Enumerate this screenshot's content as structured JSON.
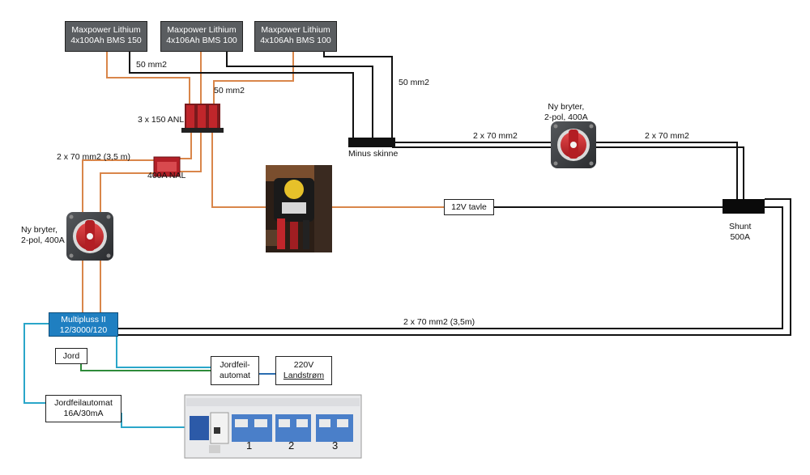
{
  "batteries": [
    {
      "line1": "Maxpower Lithium",
      "line2": "4x100Ah BMS 150"
    },
    {
      "line1": "Maxpower Lithium",
      "line2": "4x106Ah BMS 100"
    },
    {
      "line1": "Maxpower Lithium",
      "line2": "4x106Ah BMS 100"
    }
  ],
  "labels": {
    "cable_50_a": "50 mm2",
    "cable_50_b": "50 mm2",
    "cable_50_c": "50 mm2",
    "fuses_anl": "3 x 150  ANL",
    "cable_2x70_left": "2 x 70 mm2 (3,5 m)",
    "fuse_nal": "400A NAL",
    "minus_bar": "Minus skinne",
    "cable_2x70_mid1": "2 x 70 mm2",
    "cable_2x70_mid2": "2 x 70 mm2",
    "cable_2x70_bottom": "2 x 70 mm2 (3,5m)",
    "switch_right_1": "Ny bryter,",
    "switch_right_2": "2-pol, 400A",
    "switch_left_1": "Ny bryter,",
    "switch_left_2": "2-pol, 400A",
    "shunt_1": "Shunt",
    "shunt_2": "500A",
    "tavle": "12V tavle",
    "multiplus_1": "Multipluss II",
    "multiplus_2": "12/3000/120",
    "jord": "Jord",
    "jordfeil_1": "Jordfeil-",
    "jordfeil_2": "automat",
    "landstrom_1": "220V",
    "landstrom_2": "Landstrøm",
    "jfa_1": "Jordfeilautomat",
    "jfa_2": "16A/30mA",
    "breaker_1": "1",
    "breaker_2": "2",
    "breaker_3": "3"
  },
  "colors": {
    "positive_cable": "#d9864a",
    "negative_cable": "#111111",
    "ac_cable": "#2aa6c9",
    "ground_cable": "#2e8b3a",
    "fuse_red": "#c0262b",
    "multiplus_blue": "#1f7fc1"
  },
  "icons": {
    "switch": "battery-switch-icon",
    "relay": "relay-photo",
    "panel": "breaker-panel-icon"
  }
}
